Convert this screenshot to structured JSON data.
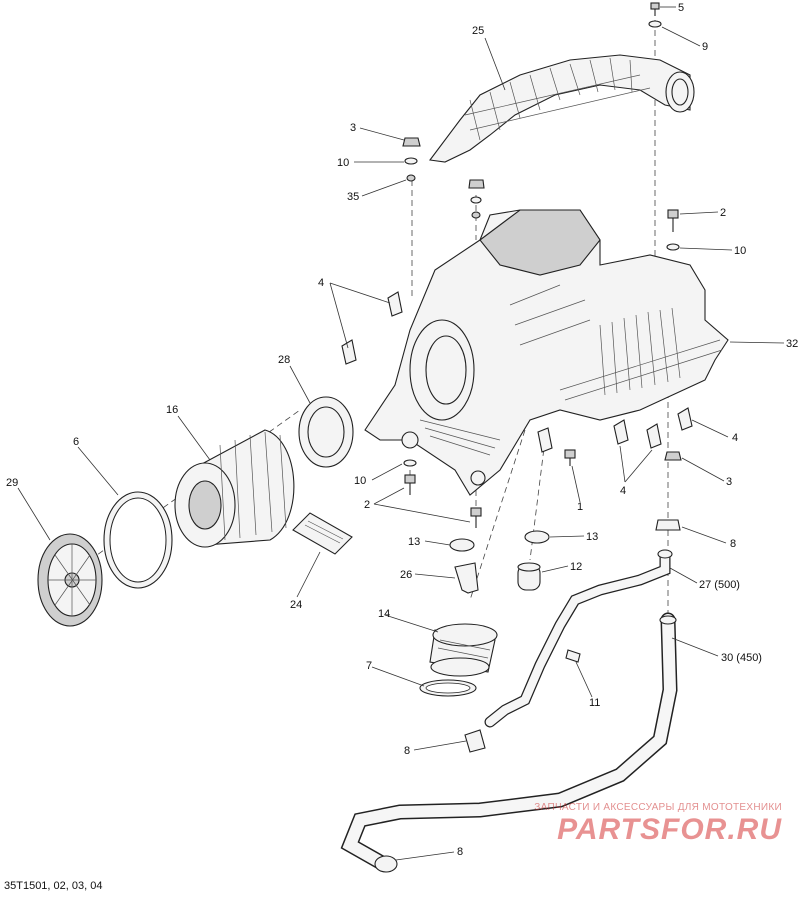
{
  "drawing_code": "35T1501, 02, 03, 04",
  "watermark": {
    "caption": "ЗАПЧАСТИ И АКСЕССУАРЫ ДЛЯ МОТОТЕХНИКИ",
    "logo": "PARTSFOR.RU"
  },
  "callouts": [
    {
      "id": "c-5",
      "label": "5"
    },
    {
      "id": "c-9",
      "label": "9"
    },
    {
      "id": "c-25",
      "label": "25"
    },
    {
      "id": "c-3a",
      "label": "3"
    },
    {
      "id": "c-10a",
      "label": "10"
    },
    {
      "id": "c-35",
      "label": "35"
    },
    {
      "id": "c-2a",
      "label": "2"
    },
    {
      "id": "c-10b",
      "label": "10"
    },
    {
      "id": "c-4a",
      "label": "4"
    },
    {
      "id": "c-32",
      "label": "32"
    },
    {
      "id": "c-28",
      "label": "28"
    },
    {
      "id": "c-16",
      "label": "16"
    },
    {
      "id": "c-6",
      "label": "6"
    },
    {
      "id": "c-29",
      "label": "29"
    },
    {
      "id": "c-4b",
      "label": "4"
    },
    {
      "id": "c-4c",
      "label": "4"
    },
    {
      "id": "c-3b",
      "label": "3"
    },
    {
      "id": "c-10c",
      "label": "10"
    },
    {
      "id": "c-1",
      "label": "1"
    },
    {
      "id": "c-2b",
      "label": "2"
    },
    {
      "id": "c-8a",
      "label": "8"
    },
    {
      "id": "c-13a",
      "label": "13"
    },
    {
      "id": "c-13b",
      "label": "13"
    },
    {
      "id": "c-26",
      "label": "26"
    },
    {
      "id": "c-12",
      "label": "12"
    },
    {
      "id": "c-27",
      "label": "27 (500)"
    },
    {
      "id": "c-24",
      "label": "24"
    },
    {
      "id": "c-14",
      "label": "14"
    },
    {
      "id": "c-30",
      "label": "30 (450)"
    },
    {
      "id": "c-7",
      "label": "7"
    },
    {
      "id": "c-11",
      "label": "11"
    },
    {
      "id": "c-8b",
      "label": "8"
    },
    {
      "id": "c-8c",
      "label": "8"
    }
  ]
}
